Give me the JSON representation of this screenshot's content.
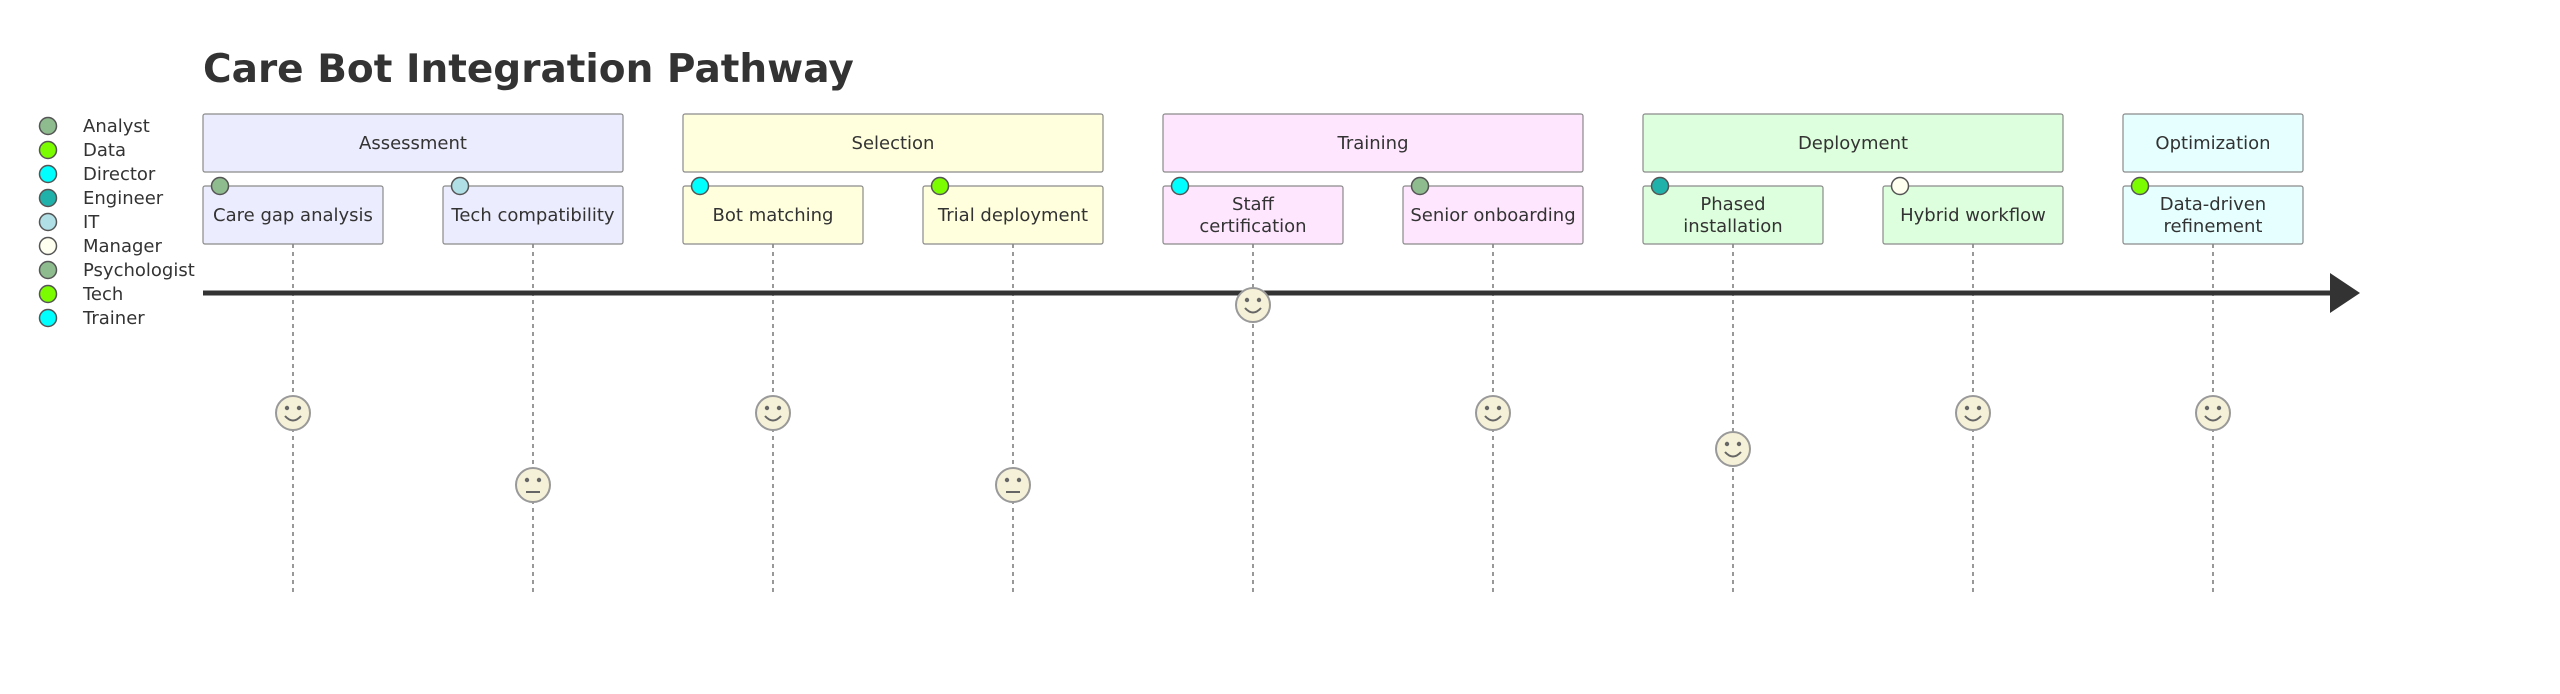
{
  "title": "Care Bot Integration Pathway",
  "legend": [
    {
      "label": "Analyst",
      "color": "#8fbc8f"
    },
    {
      "label": "Data",
      "color": "#7cfc00"
    },
    {
      "label": "Director",
      "color": "#00ffff"
    },
    {
      "label": "Engineer",
      "color": "#20b2aa"
    },
    {
      "label": "IT",
      "color": "#b0e0e6"
    },
    {
      "label": "Manager",
      "color": "#fffff0"
    },
    {
      "label": "Psychologist",
      "color": "#8fbc8f"
    },
    {
      "label": "Tech",
      "color": "#7cfc00"
    },
    {
      "label": "Trainer",
      "color": "#00ffff"
    }
  ],
  "sections": [
    {
      "name": "Assessment",
      "fill": "#ececff",
      "tasks": [
        {
          "label": "Care gap analysis",
          "score": 5,
          "actor_colors": [
            "#8fbc8f"
          ]
        },
        {
          "label": "Tech compatibility",
          "score": 3,
          "actor_colors": [
            "#b0e0e6"
          ]
        }
      ]
    },
    {
      "name": "Selection",
      "fill": "#ffffde",
      "tasks": [
        {
          "label": "Bot matching",
          "score": 5,
          "actor_colors": [
            "#00ffff"
          ]
        },
        {
          "label": "Trial deployment",
          "score": 3,
          "actor_colors": [
            "#7cfc00"
          ]
        }
      ]
    },
    {
      "name": "Training",
      "fill": "#ffe6ff",
      "tasks": [
        {
          "label": "Staff certification",
          "score": 8,
          "actor_colors": [
            "#00ffff"
          ]
        },
        {
          "label": "Senior onboarding",
          "score": 5,
          "actor_colors": [
            "#8fbc8f"
          ]
        }
      ]
    },
    {
      "name": "Deployment",
      "fill": "#ddffdd",
      "tasks": [
        {
          "label": "Phased installation",
          "score": 4,
          "actor_colors": [
            "#20b2aa"
          ]
        },
        {
          "label": "Hybrid workflow",
          "score": 5,
          "actor_colors": [
            "#fffff0"
          ]
        }
      ]
    },
    {
      "name": "Optimization",
      "fill": "#e6ffff",
      "tasks": [
        {
          "label": "Data-driven refinement",
          "score": 5,
          "actor_colors": [
            "#7cfc00"
          ]
        }
      ]
    }
  ]
}
